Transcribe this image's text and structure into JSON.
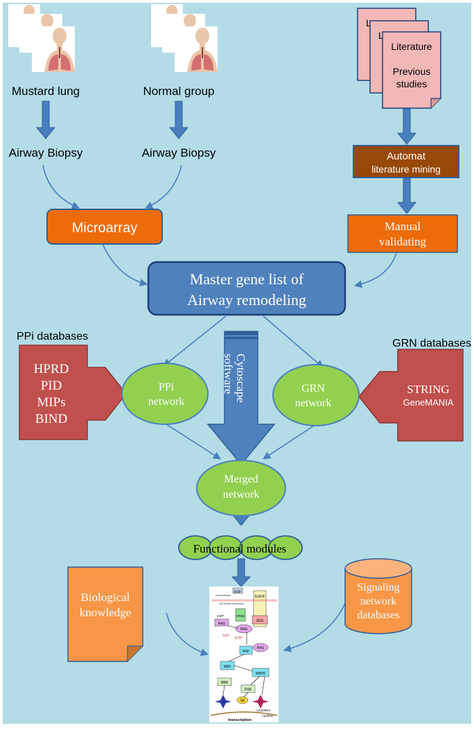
{
  "inputs": {
    "mustard_label": "Mustard lung",
    "normal_label": "Normal group",
    "biopsy_left": "Airway Biopsy",
    "biopsy_right": "Airway Biopsy",
    "microarray": "Microarray"
  },
  "literature": {
    "doc_back1": "L",
    "doc_back2": "L",
    "line1": "Literature",
    "line2": "Previous",
    "line3": "studies",
    "auto_line1": "Automat",
    "auto_line2": "literature mining",
    "manual_line1": "Manual",
    "manual_line2": "validating"
  },
  "master": {
    "line1": "Master gene list of",
    "line2": "Airway remodeling"
  },
  "ppi_db": {
    "title": "PPi databases",
    "items": [
      "HPRD",
      "PID",
      "MIPs",
      "BIND"
    ]
  },
  "grn_db": {
    "title": "GRN databases",
    "line1": "STRING",
    "line2": "GeneMANIA"
  },
  "networks": {
    "ppi_line1": "PPi",
    "ppi_line2": "network",
    "grn_line1": "GRN",
    "grn_line2": "network",
    "cytoscape_line1": "Cytoscape",
    "cytoscape_line2": "software",
    "merged_line1": "Merged",
    "merged_line2": "network",
    "modules": "Functional modules"
  },
  "bottom": {
    "bio_line1": "Biological",
    "bio_line2": "knowledge",
    "sig_line1": "Signaling",
    "sig_line2": "network",
    "sig_line3": "databases"
  },
  "pathway": {
    "labels": [
      "EGF",
      "EGFR",
      "extracellular",
      "cell surface membrane",
      "GRB2",
      "SOS",
      "GDP",
      "RAS",
      "RAS",
      "GDP",
      "GTP",
      "RAF",
      "RAS",
      "MEK",
      "MAPK",
      "MNK",
      "RSK",
      "S6",
      "cytoplasm",
      "nucleus",
      "transcription"
    ]
  },
  "colors": {
    "background": "#b3dce7",
    "orange": "#ec6c0a",
    "blue_box": "#4f81bd",
    "red_box": "#c0504d",
    "green": "#92d050",
    "brown": "#984807",
    "pink": "#f2b7b7",
    "light_orange": "#f79646"
  }
}
